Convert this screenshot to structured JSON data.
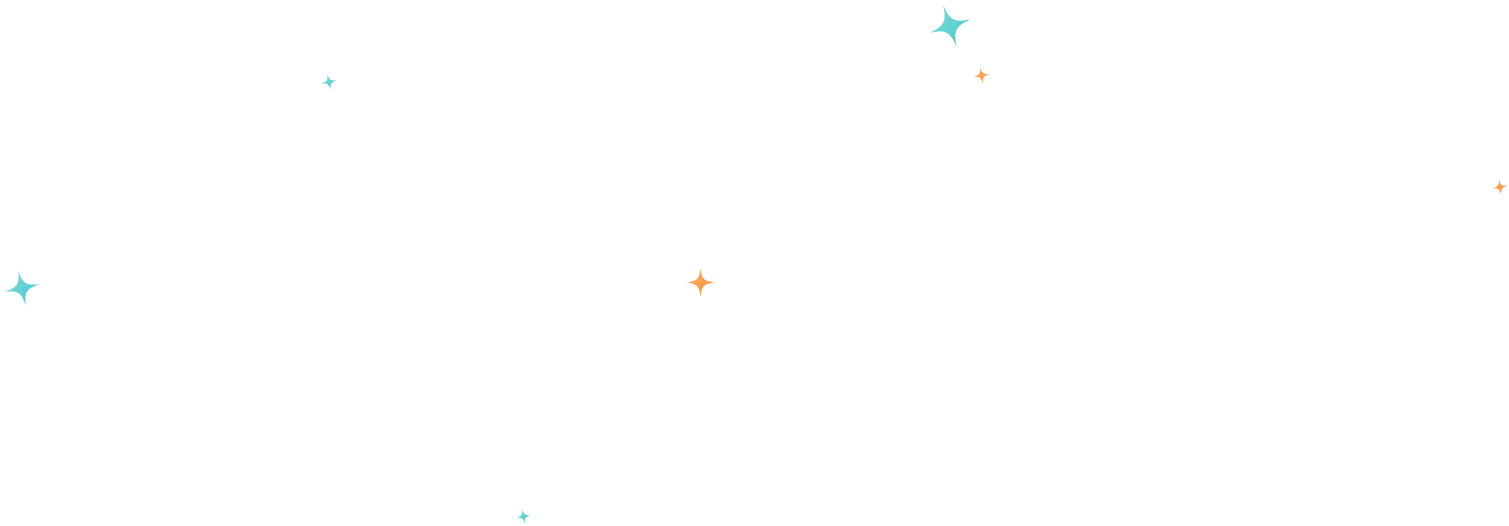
{
  "colors": {
    "background": "#ffffff",
    "teal_light": "#7fdcd0",
    "teal_dark": "#45c7d2",
    "orange_light": "#ffb067",
    "orange_dark": "#f7913e"
  },
  "decorations": [
    {
      "icon": "sparkle-icon",
      "color": "teal"
    },
    {
      "icon": "sparkle-icon",
      "color": "orange"
    },
    {
      "icon": "sparkle-icon",
      "color": "teal"
    },
    {
      "icon": "sparkle-icon",
      "color": "orange"
    },
    {
      "icon": "sparkle-icon",
      "color": "teal"
    },
    {
      "icon": "sparkle-icon",
      "color": "orange"
    },
    {
      "icon": "sparkle-icon",
      "color": "teal"
    }
  ]
}
